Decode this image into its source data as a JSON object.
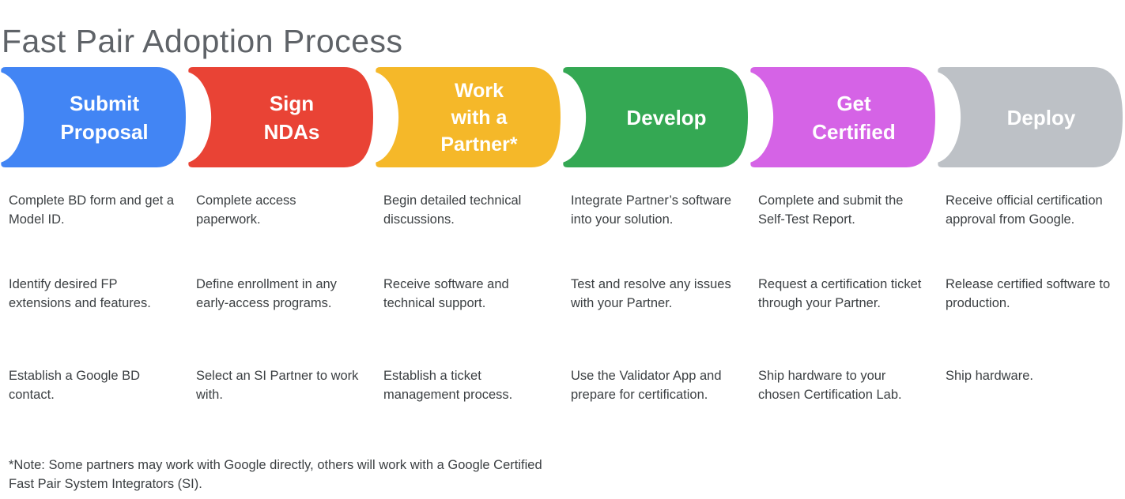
{
  "title": "Fast Pair Adoption Process",
  "note": "*Note: Some partners may work with Google directly, others will work with a Google Certified Fast Pair System Integrators (SI).",
  "colors": {
    "blue": "#4285F4",
    "red": "#E94335",
    "yellow": "#F5B829",
    "green": "#34A853",
    "magenta": "#D563E6",
    "gray": "#BDC1C6",
    "label_text": "#FFFFFF",
    "body_text": "#3C4043",
    "title_text": "#5F6368"
  },
  "stages": [
    {
      "label": "Submit Proposal",
      "label_lines": [
        "Submit",
        "Proposal"
      ],
      "color": "#4285F4",
      "items": [
        "Complete BD form and get a Model ID.",
        "Identify desired FP extensions and features.",
        "Establish a Google BD contact."
      ]
    },
    {
      "label": "Sign NDAs",
      "label_lines": [
        "Sign",
        "NDAs"
      ],
      "color": "#E94335",
      "items": [
        "Complete access paperwork.",
        "Define enrollment in any early-access programs.",
        "Select an SI Partner to work with."
      ]
    },
    {
      "label": "Work with a Partner*",
      "label_lines": [
        "Work",
        "with a",
        "Partner*"
      ],
      "color": "#F5B829",
      "items": [
        "Begin detailed technical discussions.",
        "Receive software and technical support.",
        "Establish a ticket management process."
      ]
    },
    {
      "label": "Develop",
      "label_lines": [
        "Develop"
      ],
      "color": "#34A853",
      "items": [
        "Integrate Partner’s software into your solution.",
        "Test and resolve any issues with your Partner.",
        "Use the Validator App and prepare for certification."
      ]
    },
    {
      "label": "Get Certified",
      "label_lines": [
        "Get",
        "Certified"
      ],
      "color": "#D563E6",
      "items": [
        "Complete and submit the Self-Test Report.",
        "Request a certification ticket through your Partner.",
        "Ship hardware to your chosen Certification Lab."
      ]
    },
    {
      "label": "Deploy",
      "label_lines": [
        "Deploy"
      ],
      "color": "#BDC1C6",
      "items": [
        "Receive official certification approval from Google.",
        "Release certified software to production.",
        "Ship hardware."
      ]
    }
  ]
}
